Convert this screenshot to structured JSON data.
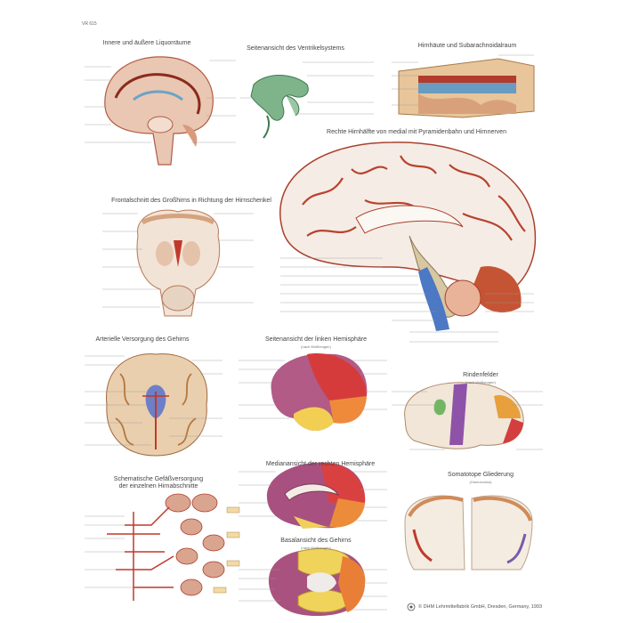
{
  "poster": {
    "code": "VR 615",
    "titles": {
      "liquor": "Innere und äußere Liquorräume",
      "ventricles": "Seitenansicht des Ventrikelsystems",
      "meninges": "Hirnhäute und Subarachnoidalraum",
      "medial": "Rechte Hirnhälfte von medial mit Pyramidenbahn und Hirnnerven",
      "frontal": "Frontalschnitt des Großhirns in Richtung der Hirnschenkel",
      "arterial": "Arterielle Versorgung des Gehirns",
      "lateral": "Seitenansicht der linken Hemisphäre",
      "lateral_sub": "(nach Wolfheugen)",
      "median": "Medianansicht der rechten Hemisphäre",
      "cortex": "Rindenfelder",
      "cortex_sub": "(nach Wolfheugen)",
      "schematic_1": "Schematische Gefäßversorgung",
      "schematic_2": "der einzelnen Hirnabschnitte",
      "somatotopic": "Somatotope Gliederung",
      "somatotopic_sub": "(Homunculus)",
      "basal": "Basalansicht des Gehirns",
      "basal_sub": "(nach Wolfheugen)"
    },
    "footer": "© DHM Lehrmittelfabrik GmbH, Dresden, Germany, 1993"
  }
}
